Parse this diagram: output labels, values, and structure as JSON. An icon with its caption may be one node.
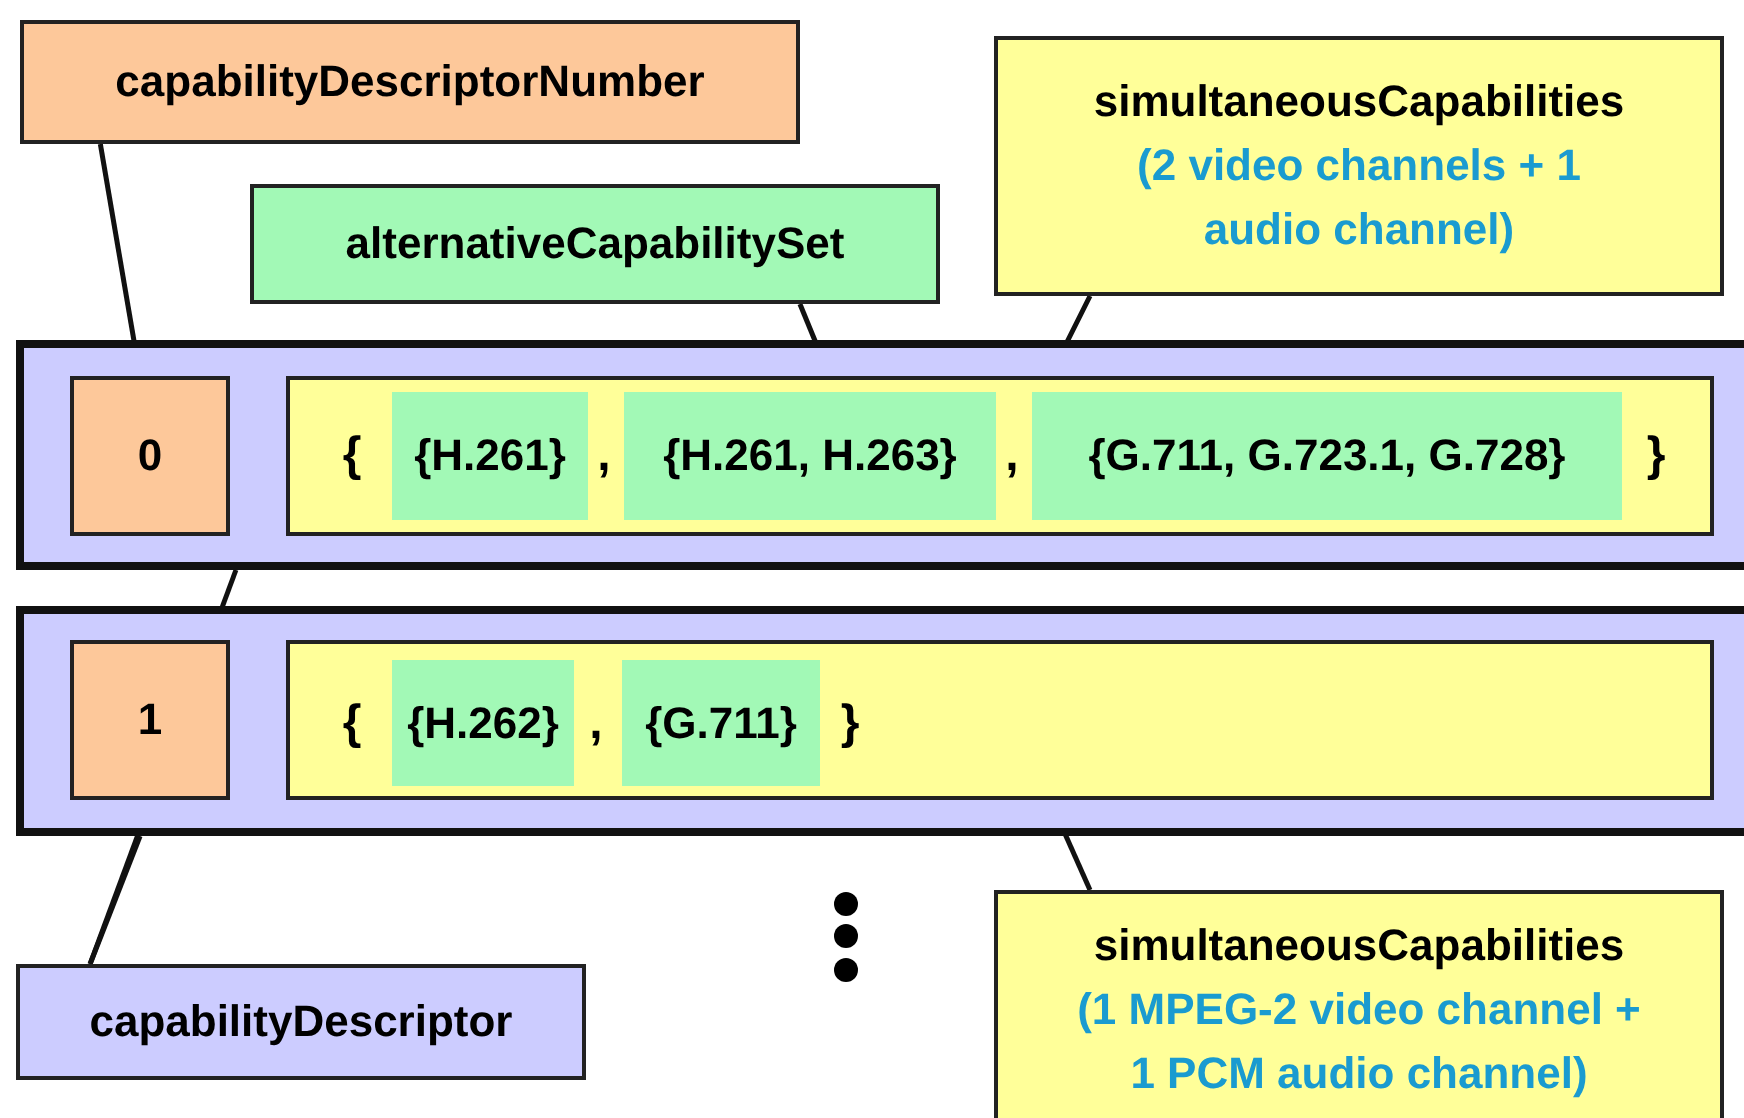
{
  "diagram": {
    "nodes": [
      {
        "text": [
          "capabilityDescriptorNumber"
        ]
      },
      {
        "text": [
          "alternativeCapabilitySet"
        ]
      },
      {
        "text": [
          "simultaneousCapabilities",
          "(2 video channels + 1 audio channel)"
        ]
      },
      {
        "text": [],
        "shape": "box"
      },
      {
        "text": [
          "0"
        ],
        "in": 3
      },
      {
        "text": [
          "{",
          ",",
          ",",
          "}"
        ],
        "in": 3
      },
      {
        "text": [
          "{H.261}"
        ],
        "in": 5
      },
      {
        "text": [
          "{H.261, H.263}"
        ],
        "in": 5
      },
      {
        "text": [
          "{G.711, G.723.1, G.728}"
        ],
        "in": 5
      },
      {
        "text": [],
        "shape": "box"
      },
      {
        "text": [
          "1"
        ],
        "in": 9
      },
      {
        "text": [
          "{",
          ",",
          "}"
        ],
        "in": 9
      },
      {
        "text": [
          "{H.262}"
        ],
        "in": 11
      },
      {
        "text": [
          "{G.711}"
        ],
        "in": 11
      },
      {
        "text": [
          "simultaneousCapabilities",
          "(1 MPEG-2 video channel + 1 PCM audio channel)"
        ]
      },
      {
        "text": [
          "capabilityDescriptor"
        ]
      }
    ],
    "edges": [
      {
        "from": 0,
        "to": 4,
        "arrow": "none"
      },
      {
        "from": 1,
        "to": 7,
        "arrow": "none"
      },
      {
        "from": 2,
        "to": 5,
        "arrow": "none"
      },
      {
        "from": 15,
        "to": 3,
        "arrow": "none"
      },
      {
        "from": 15,
        "to": 9,
        "arrow": "none"
      },
      {
        "from": 14,
        "to": 11,
        "arrow": "none"
      }
    ]
  }
}
